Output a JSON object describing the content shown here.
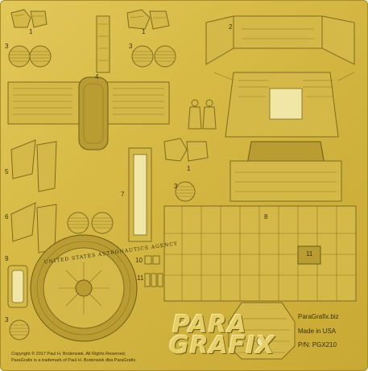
{
  "sheet": {
    "part_numbers": [
      "1",
      "1",
      "2",
      "3",
      "3",
      "4",
      "5",
      "6",
      "7",
      "8",
      "9",
      "10",
      "11",
      "3",
      "11",
      "1",
      "3"
    ],
    "seal_text": "UNITED STATES ASTRONAUTICS AGENCY",
    "brand_line1": "PARA",
    "brand_line2": "GRAFIX",
    "website": "ParaGrafix.biz",
    "made_in": "Made in USA",
    "part_number": "P/N: PGX210",
    "copyright_line1": "Copyright © 2017 Paul H. Bodensiek. All Rights Reserved.",
    "copyright_line2": "ParaGrafix is a trademark of Paul H. Bodensiek dba ParaGrafix."
  },
  "colors": {
    "brass": "#d7bb46",
    "etch": "#7e6a1f",
    "background": "#f4f0d8"
  }
}
